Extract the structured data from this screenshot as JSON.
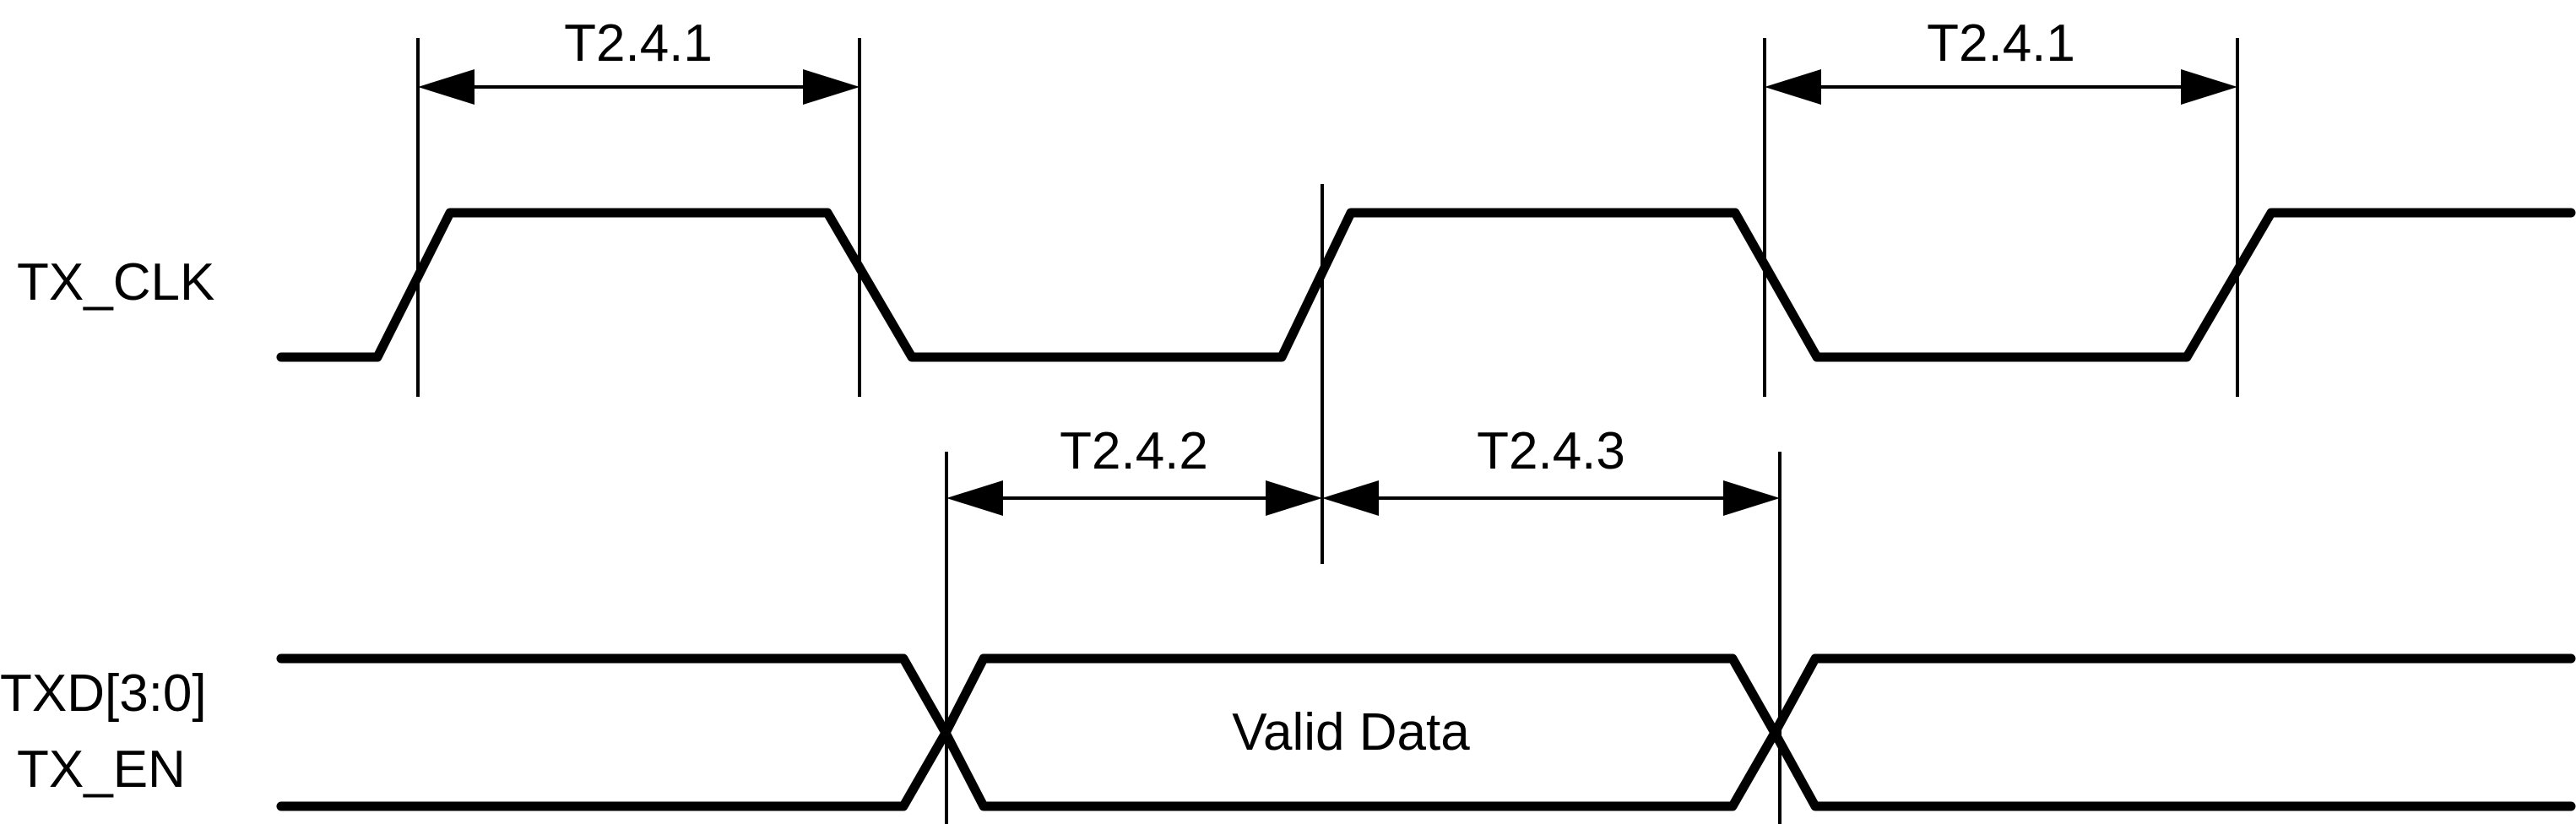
{
  "signals": {
    "clock": "TX_CLK",
    "data_line1": "TXD[3:0]",
    "data_line2": "TX_EN"
  },
  "data_window": "Valid Data",
  "timing_labels": {
    "left_period": "T2.4.1",
    "right_period": "T2.4.1",
    "setup": "T2.4.2",
    "hold": "T2.4.3"
  }
}
